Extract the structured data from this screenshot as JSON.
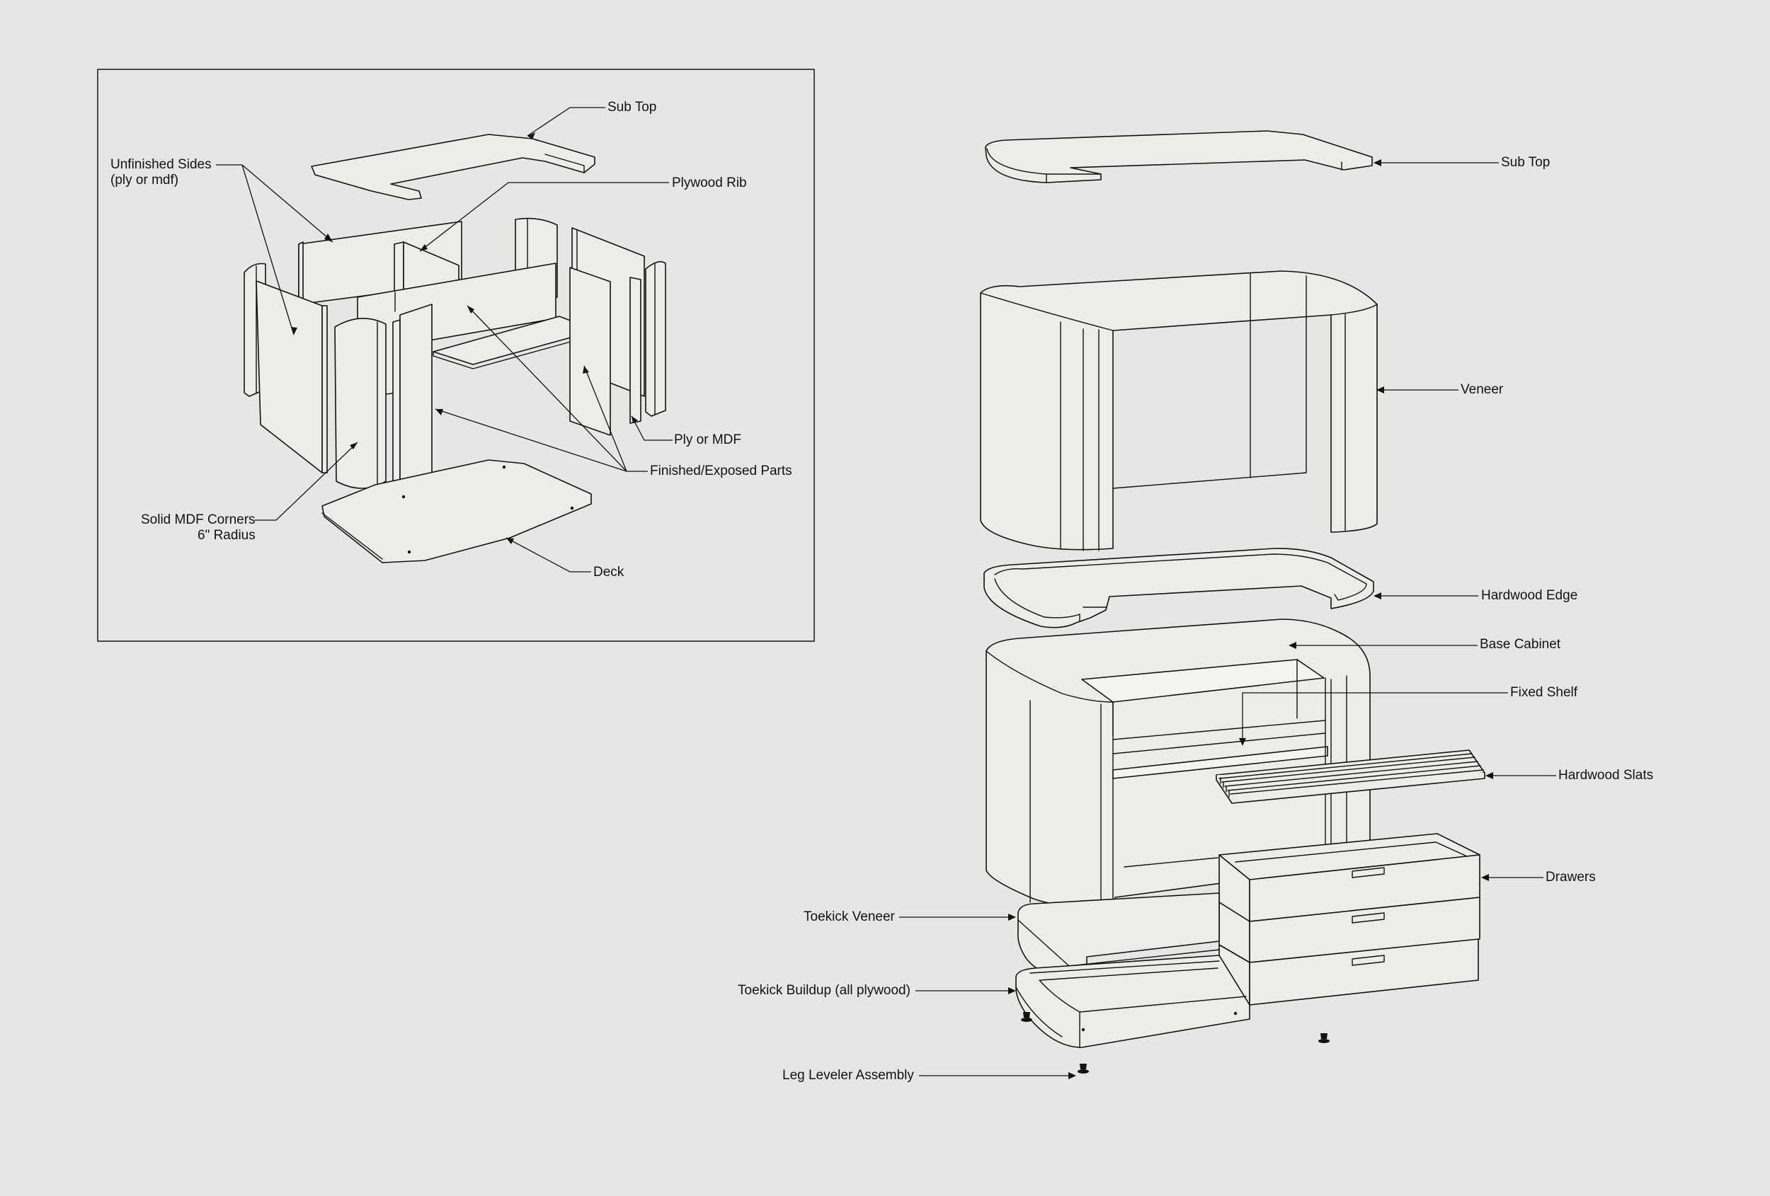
{
  "inset_labels": {
    "sub_top": "Sub Top",
    "unfinished_sides_1": "Unfinished Sides",
    "unfinished_sides_2": "(ply or mdf)",
    "plywood_rib": "Plywood Rib",
    "ply_or_mdf": "Ply or MDF",
    "finished_exposed": "Finished/Exposed Parts",
    "solid_mdf_1": "Solid MDF Corners",
    "solid_mdf_2": "6\" Radius",
    "deck": "Deck"
  },
  "main_labels": {
    "sub_top": "Sub Top",
    "veneer": "Veneer",
    "hardwood_edge": "Hardwood Edge",
    "base_cabinet": "Base Cabinet",
    "fixed_shelf": "Fixed Shelf",
    "hardwood_slats": "Hardwood Slats",
    "drawers": "Drawers",
    "toekick_veneer": "Toekick Veneer",
    "toekick_buildup": "Toekick Buildup (all plywood)",
    "leg_leveler": "Leg Leveler Assembly"
  },
  "colors": {
    "background": "#e5e6e5",
    "line": "#111111",
    "panel": "#ecedeb"
  }
}
